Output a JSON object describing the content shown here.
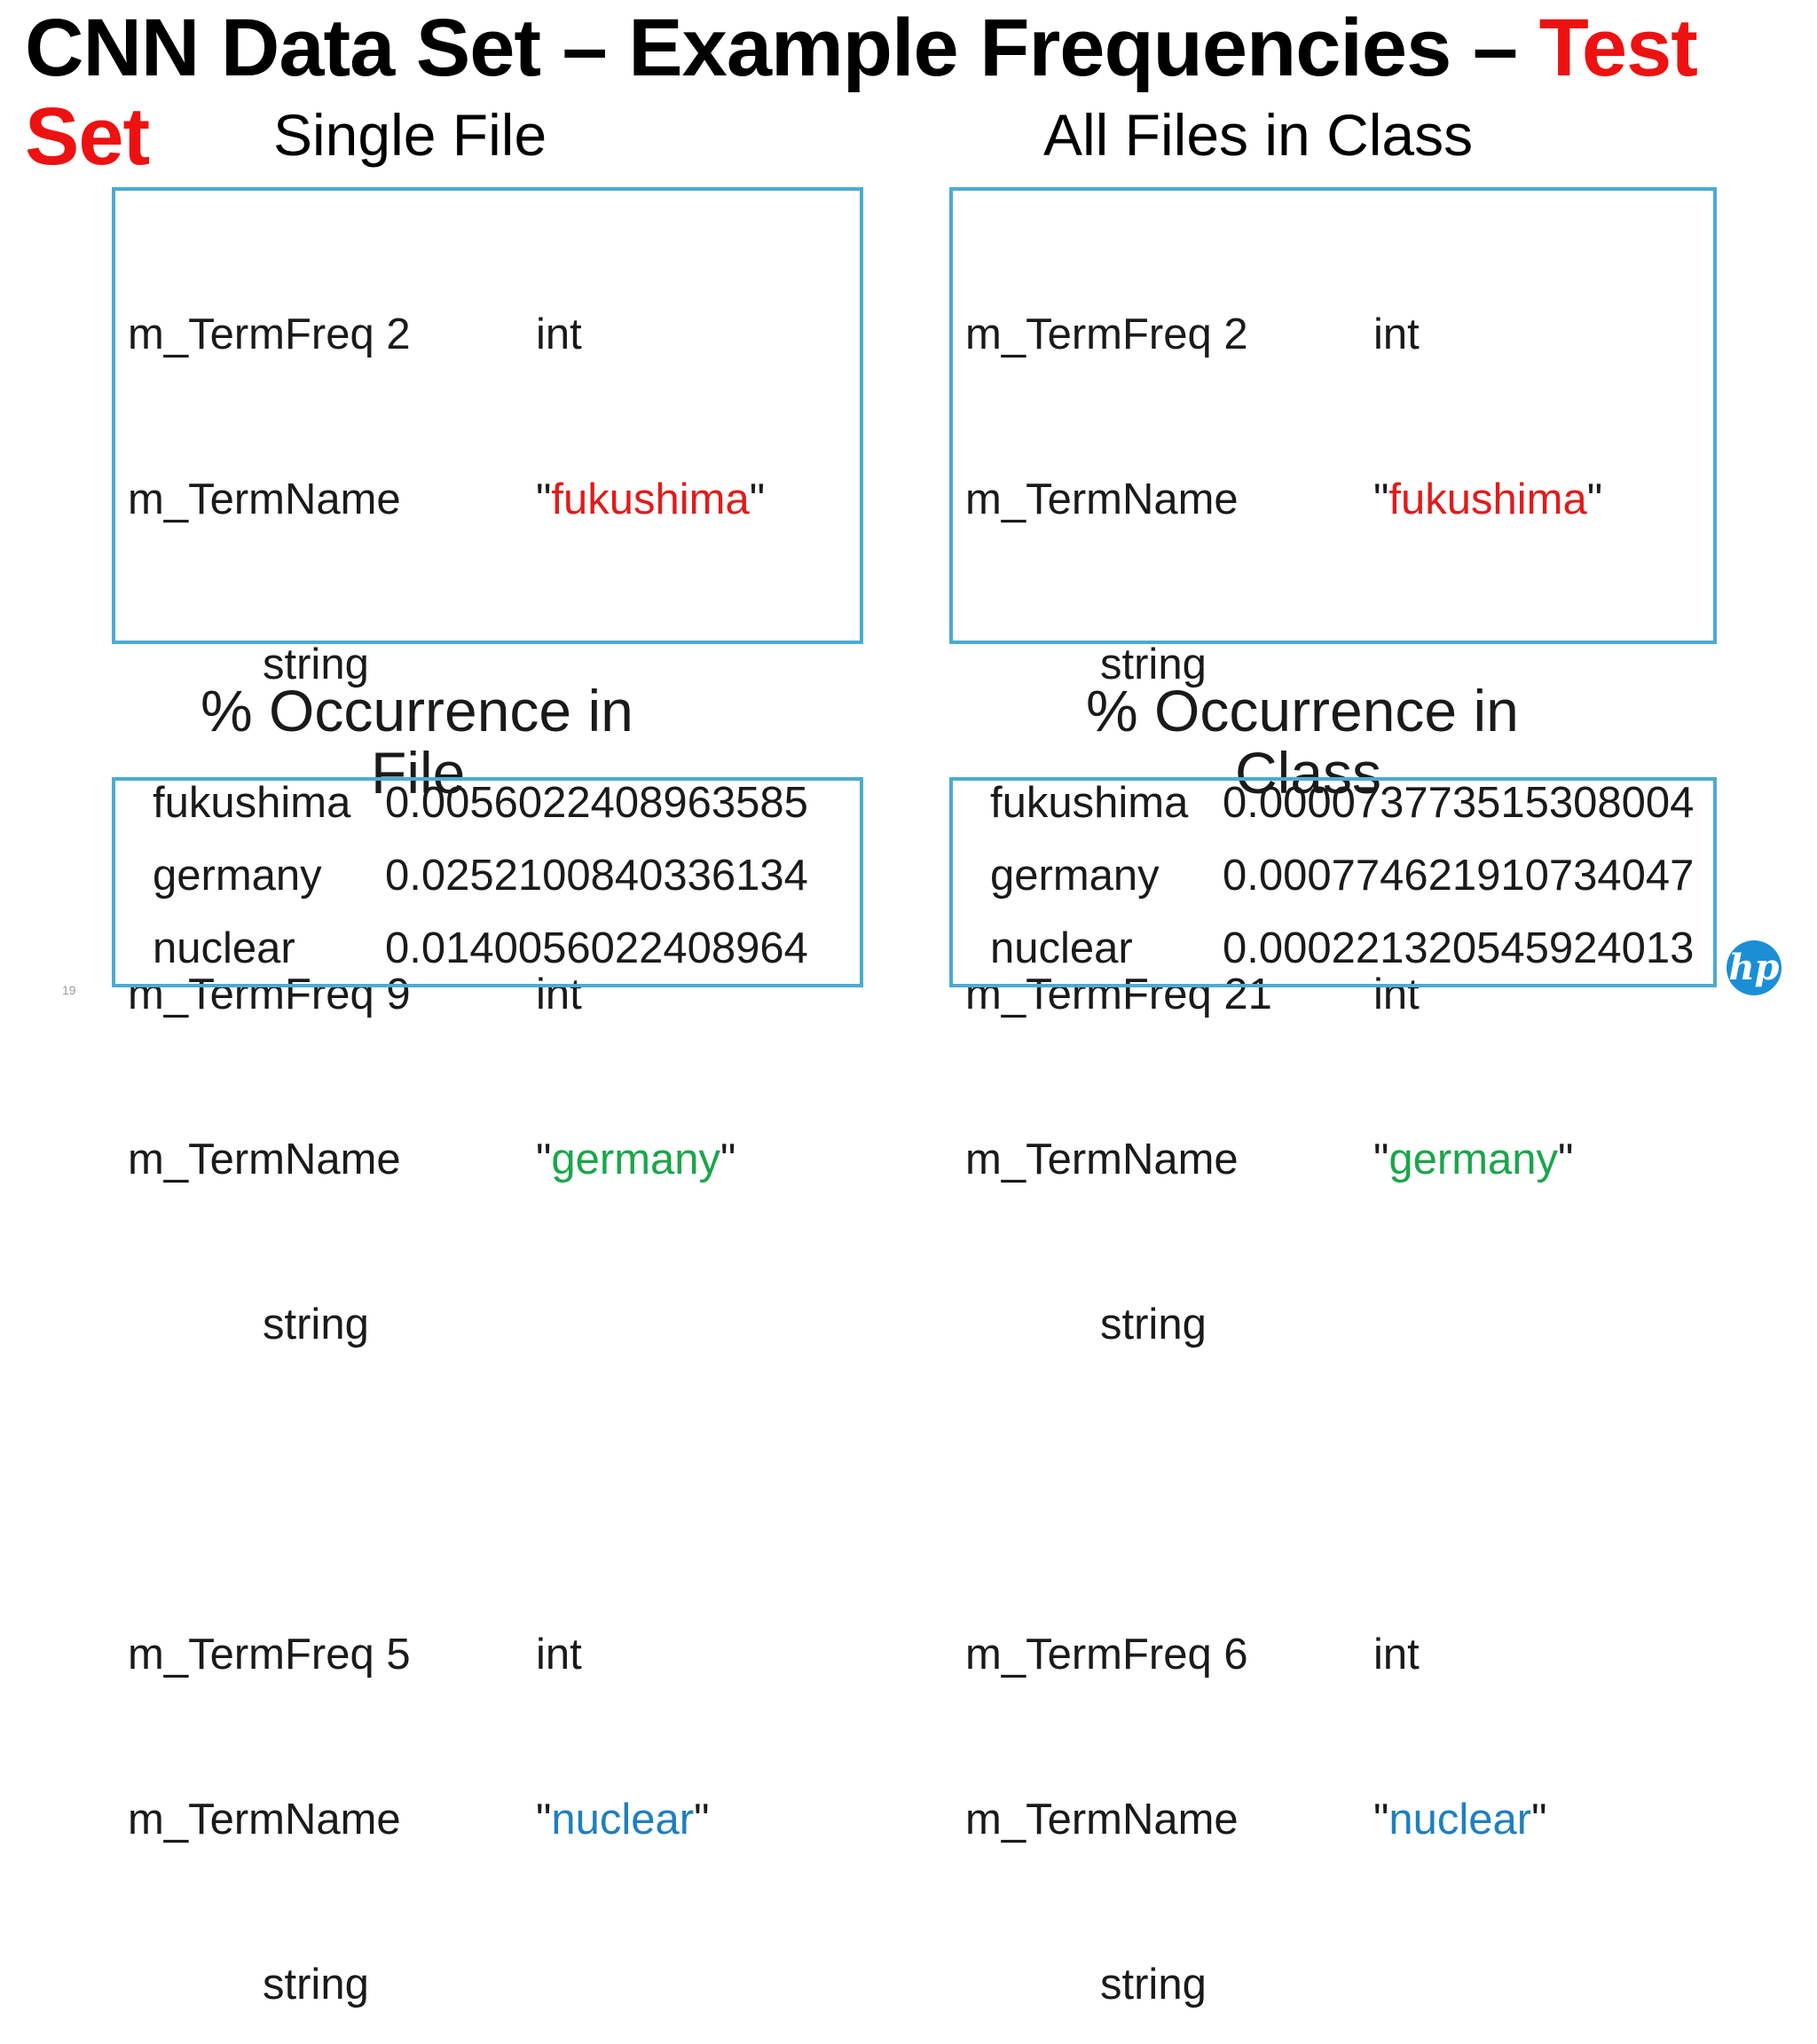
{
  "title": {
    "part1": "CNN Data Set – Example Frequencies – ",
    "part2": "Test Set"
  },
  "left": {
    "heading": "Single File",
    "terms": [
      {
        "freq_label": "m_TermFreq 2",
        "freq_type": "int",
        "name_label": "m_TermName",
        "name_value": "fukushima",
        "type_label": "string"
      },
      {
        "freq_label": "m_TermFreq 9",
        "freq_type": "int",
        "name_label": "m_TermName",
        "name_value": "germany",
        "type_label": "string"
      },
      {
        "freq_label": "m_TermFreq 5",
        "freq_type": "int",
        "name_label": "m_TermName",
        "name_value": "nuclear",
        "type_label": "string"
      }
    ],
    "occurrence_heading_1": "% Occurrence in",
    "occurrence_heading_2": "File",
    "occurrences": [
      {
        "term": "fukushima",
        "value": "0.0056022408963585"
      },
      {
        "term": "germany",
        "value": "0.0252100840336134"
      },
      {
        "term": "nuclear",
        "value": "0.0140056022408964"
      }
    ]
  },
  "right": {
    "heading": "All Files in Class",
    "terms": [
      {
        "freq_label": "m_TermFreq 2",
        "freq_type": "int",
        "name_label": "m_TermName",
        "name_value": "fukushima",
        "type_label": "string"
      },
      {
        "freq_label": "m_TermFreq 21",
        "freq_type": "int",
        "name_label": "m_TermName",
        "name_value": "germany",
        "type_label": "string"
      },
      {
        "freq_label": "m_TermFreq 6",
        "freq_type": "int",
        "name_label": "m_TermName",
        "name_value": "nuclear",
        "type_label": "string"
      }
    ],
    "occurrence_heading_1": "% Occurrence in",
    "occurrence_heading_2": "Class",
    "occurrences": [
      {
        "term": "fukushima",
        "value": "0.000073773515308004"
      },
      {
        "term": "germany",
        "value": "0.000774621910734047"
      },
      {
        "term": "nuclear",
        "value": "0.000221320545924013"
      }
    ]
  },
  "slide_number": "19",
  "logo_text": "hp",
  "colors": {
    "title_accent": "#ee1111",
    "fukushima": "#e21b1b",
    "germany": "#1aa64b",
    "nuclear": "#1f7fc0",
    "box_border": "#4aabd4",
    "logo": "#1b8fd6"
  }
}
